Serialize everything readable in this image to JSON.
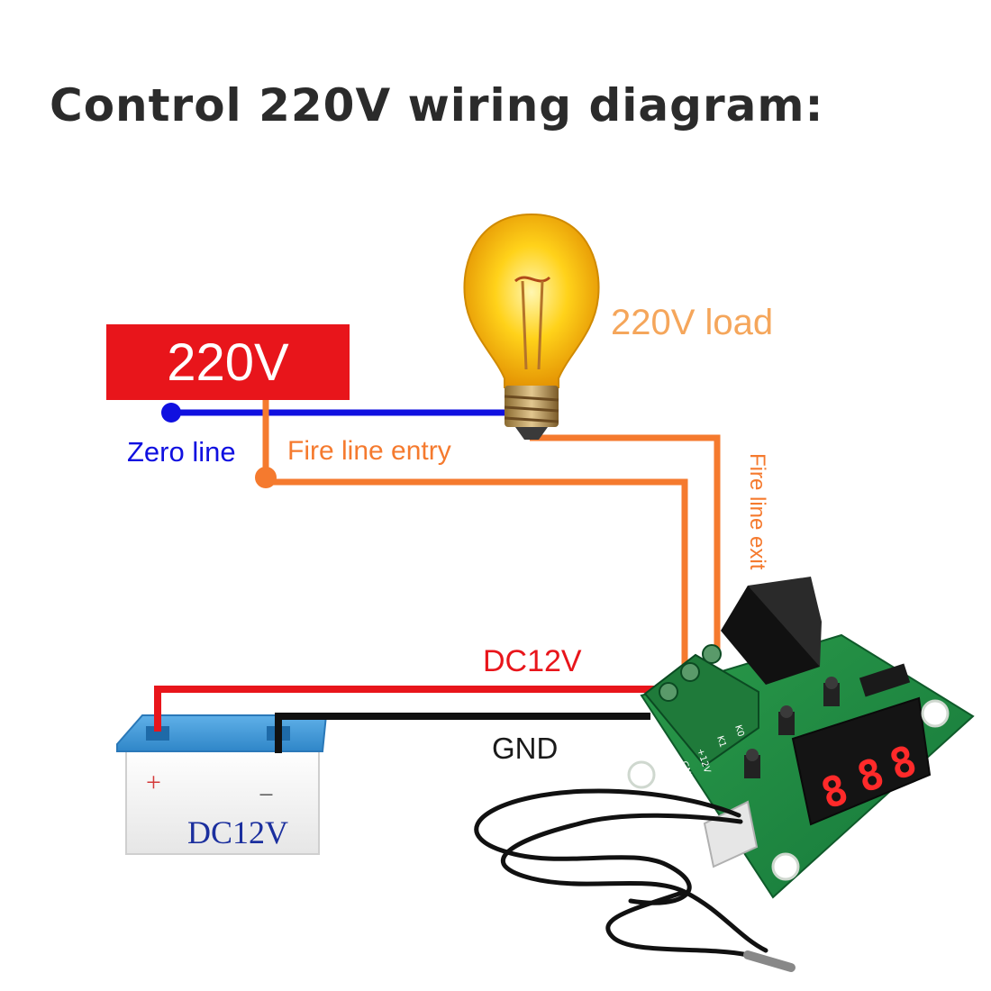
{
  "title": "Control 220V wiring diagram:",
  "source": {
    "label": "220V",
    "color": "#e8151b"
  },
  "load": {
    "label": "220V load",
    "color": "#f5a65b",
    "icon": "light-bulb-icon"
  },
  "zero_line": {
    "label": "Zero line",
    "color": "#1010e0"
  },
  "fire_line_entry": {
    "label": "Fire line entry",
    "color": "#f57a2e"
  },
  "fire_line_exit": {
    "label": "Fire line exit",
    "color": "#f57a2e"
  },
  "dc_line": {
    "label": "DC12V",
    "color": "#e8151b"
  },
  "gnd_line": {
    "label": "GND",
    "color": "#111111"
  },
  "battery": {
    "label": "DC12V",
    "label_color": "#1b2f9e",
    "positive": "+",
    "negative": "−",
    "icon": "battery-icon"
  },
  "module": {
    "icon": "thermostat-module-icon",
    "terminal_labels": [
      "K0",
      "K1",
      "+12V",
      "GND"
    ],
    "display_digits": [
      "8",
      "8",
      "8"
    ],
    "probe_icon": "temperature-probe-icon"
  }
}
